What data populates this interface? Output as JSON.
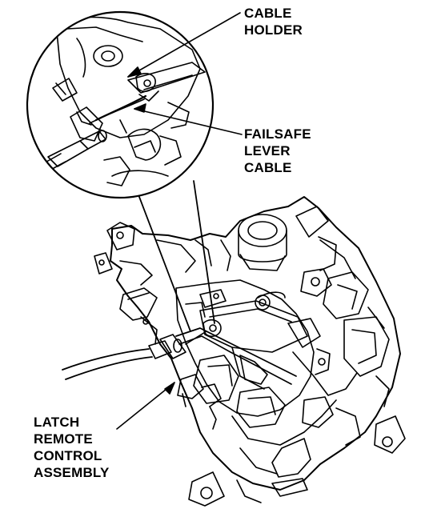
{
  "labels": {
    "cable_holder": "CABLE\nHOLDER",
    "failsafe_lever_cable": "FAILSAFE\nLEVER\nCABLE",
    "latch_remote_control_assembly": "LATCH\nREMOTE\nCONTROL\nASSEMBLY"
  },
  "colors": {
    "line": "#000000",
    "background": "#ffffff"
  }
}
